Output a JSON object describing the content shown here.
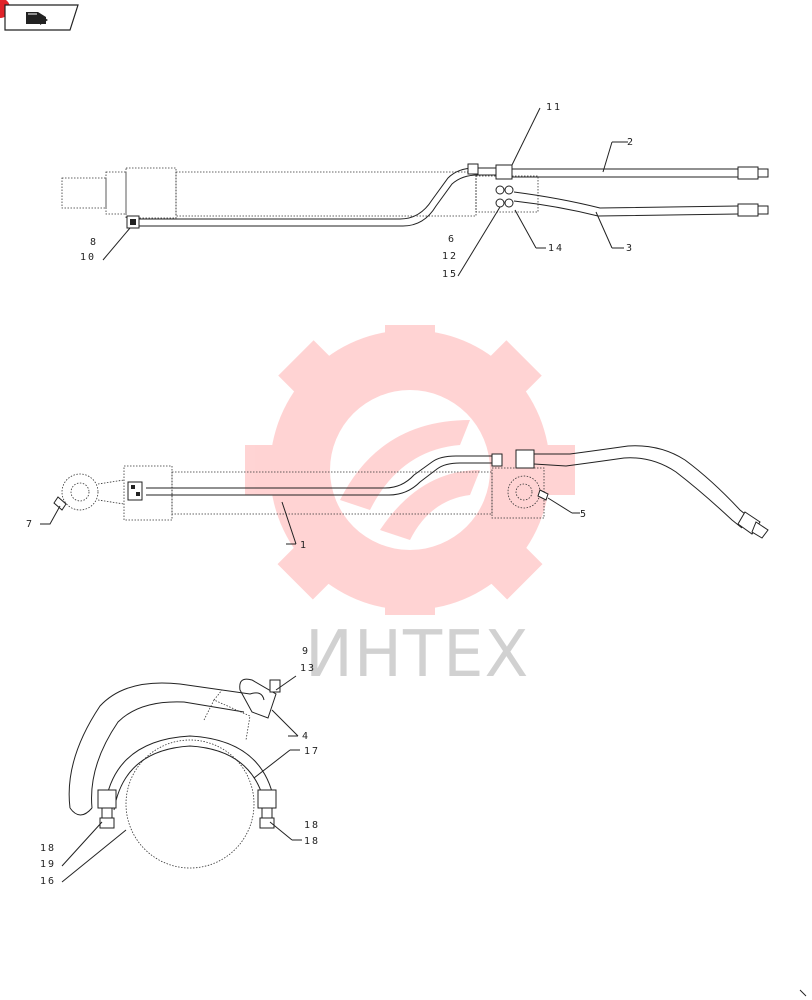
{
  "watermark": {
    "text": "ИНТЕХ",
    "color": "#ff3b3b"
  },
  "badge": {
    "icon": "book-page-icon",
    "accent": "#e0242a"
  },
  "labels": {
    "l11": "11",
    "l2": "2",
    "l8": "8",
    "l10": "10",
    "l6": "6",
    "l12": "12",
    "l15": "15",
    "l14": "14",
    "l3": "3",
    "l7": "7",
    "l1": "1",
    "l5": "5",
    "l9": "9",
    "l13": "13",
    "l4": "4",
    "l17": "17",
    "l18a": "18",
    "l19": "19",
    "l16": "16",
    "l18b": "18",
    "l18c": "18"
  }
}
